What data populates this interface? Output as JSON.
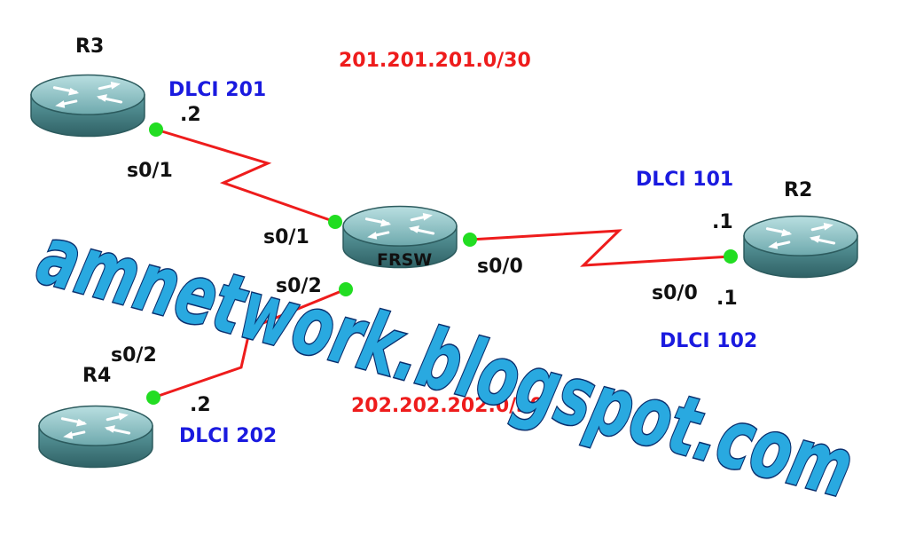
{
  "colors": {
    "link": "#ee1c1c",
    "port_dot": "#22dd22",
    "dlci_text": "#1a1adf",
    "subnet_text": "#ee1c1c",
    "router_body": "#4f8f93",
    "router_top": "#8cc3c6",
    "watermark_fill": "#29a9e0",
    "watermark_stroke": "#0a2f6e"
  },
  "devices": {
    "r3": {
      "name": "R3",
      "icon": "router-icon"
    },
    "frsw": {
      "name": "FRSW",
      "icon": "frame-relay-switch-icon"
    },
    "r2": {
      "name": "R2",
      "icon": "router-icon"
    },
    "r4": {
      "name": "R4",
      "icon": "router-icon"
    }
  },
  "interfaces": {
    "r3_if": "s0/1",
    "frsw_left_if": "s0/1",
    "frsw_right_if": "s0/0",
    "frsw_bottom_if": "s0/2",
    "r2_if": "s0/0",
    "r4_if": "s0/2"
  },
  "addresses": {
    "r3_host": ".2",
    "r2_host_a": ".1",
    "r2_host_b": ".1",
    "r4_host": ".2"
  },
  "dlci": {
    "r3": "DLCI 201",
    "r2_a": "DLCI 101",
    "r2_b": "DLCI 102",
    "r4": "DLCI 202"
  },
  "subnets": {
    "top": "201.201.201.0/30",
    "bottom": "202.202.202.0/30"
  },
  "watermark": "amnetwork.blogspot.com"
}
